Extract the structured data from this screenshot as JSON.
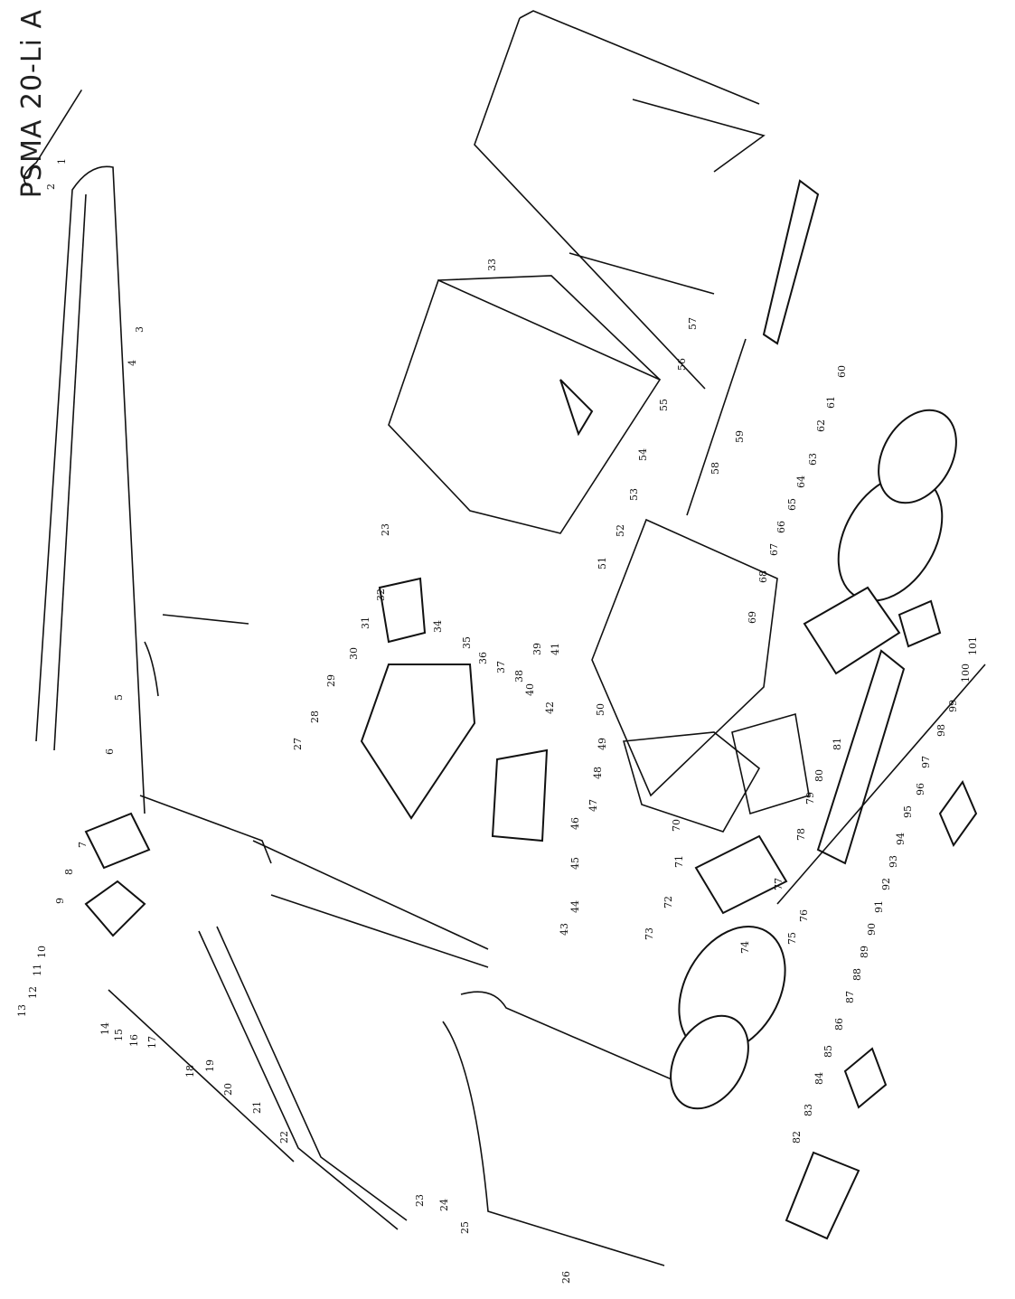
{
  "title": "PSMA 20-Li A",
  "labels": [
    {
      "n": "1",
      "name": "label-1"
    },
    {
      "n": "2",
      "name": "label-2"
    },
    {
      "n": "3",
      "name": "label-3"
    },
    {
      "n": "4",
      "name": "label-4"
    },
    {
      "n": "5",
      "name": "label-5"
    },
    {
      "n": "6",
      "name": "label-6"
    },
    {
      "n": "7",
      "name": "label-7"
    },
    {
      "n": "8",
      "name": "label-8"
    },
    {
      "n": "9",
      "name": "label-9"
    },
    {
      "n": "10",
      "name": "label-10"
    },
    {
      "n": "11",
      "name": "label-11"
    },
    {
      "n": "12",
      "name": "label-12"
    },
    {
      "n": "13",
      "name": "label-13"
    },
    {
      "n": "14",
      "name": "label-14"
    },
    {
      "n": "15",
      "name": "label-15"
    },
    {
      "n": "16",
      "name": "label-16"
    },
    {
      "n": "17",
      "name": "label-17"
    },
    {
      "n": "18",
      "name": "label-18"
    },
    {
      "n": "19",
      "name": "label-19"
    },
    {
      "n": "20",
      "name": "label-20"
    },
    {
      "n": "21",
      "name": "label-21"
    },
    {
      "n": "22",
      "name": "label-22"
    },
    {
      "n": "23",
      "name": "label-23"
    },
    {
      "n": "23",
      "name": "label-23b"
    },
    {
      "n": "24",
      "name": "label-24"
    },
    {
      "n": "25",
      "name": "label-25"
    },
    {
      "n": "26",
      "name": "label-26"
    },
    {
      "n": "27",
      "name": "label-27"
    },
    {
      "n": "28",
      "name": "label-28"
    },
    {
      "n": "29",
      "name": "label-29"
    },
    {
      "n": "30",
      "name": "label-30"
    },
    {
      "n": "31",
      "name": "label-31"
    },
    {
      "n": "32",
      "name": "label-32"
    },
    {
      "n": "33",
      "name": "label-33"
    },
    {
      "n": "34",
      "name": "label-34"
    },
    {
      "n": "35",
      "name": "label-35"
    },
    {
      "n": "36",
      "name": "label-36"
    },
    {
      "n": "37",
      "name": "label-37"
    },
    {
      "n": "38",
      "name": "label-38"
    },
    {
      "n": "39",
      "name": "label-39"
    },
    {
      "n": "40",
      "name": "label-40"
    },
    {
      "n": "41",
      "name": "label-41"
    },
    {
      "n": "42",
      "name": "label-42"
    },
    {
      "n": "43",
      "name": "label-43"
    },
    {
      "n": "44",
      "name": "label-44"
    },
    {
      "n": "45",
      "name": "label-45"
    },
    {
      "n": "46",
      "name": "label-46"
    },
    {
      "n": "47",
      "name": "label-47"
    },
    {
      "n": "48",
      "name": "label-48"
    },
    {
      "n": "49",
      "name": "label-49"
    },
    {
      "n": "50",
      "name": "label-50"
    },
    {
      "n": "51",
      "name": "label-51"
    },
    {
      "n": "52",
      "name": "label-52"
    },
    {
      "n": "53",
      "name": "label-53"
    },
    {
      "n": "54",
      "name": "label-54"
    },
    {
      "n": "55",
      "name": "label-55"
    },
    {
      "n": "56",
      "name": "label-56"
    },
    {
      "n": "57",
      "name": "label-57"
    },
    {
      "n": "58",
      "name": "label-58"
    },
    {
      "n": "59",
      "name": "label-59"
    },
    {
      "n": "60",
      "name": "label-60"
    },
    {
      "n": "61",
      "name": "label-61"
    },
    {
      "n": "62",
      "name": "label-62"
    },
    {
      "n": "63",
      "name": "label-63"
    },
    {
      "n": "64",
      "name": "label-64"
    },
    {
      "n": "65",
      "name": "label-65"
    },
    {
      "n": "66",
      "name": "label-66"
    },
    {
      "n": "67",
      "name": "label-67"
    },
    {
      "n": "68",
      "name": "label-68"
    },
    {
      "n": "69",
      "name": "label-69"
    },
    {
      "n": "70",
      "name": "label-70"
    },
    {
      "n": "71",
      "name": "label-71"
    },
    {
      "n": "72",
      "name": "label-72"
    },
    {
      "n": "73",
      "name": "label-73"
    },
    {
      "n": "74",
      "name": "label-74"
    },
    {
      "n": "75",
      "name": "label-75"
    },
    {
      "n": "76",
      "name": "label-76"
    },
    {
      "n": "77",
      "name": "label-77"
    },
    {
      "n": "78",
      "name": "label-78"
    },
    {
      "n": "79",
      "name": "label-79"
    },
    {
      "n": "80",
      "name": "label-80"
    },
    {
      "n": "81",
      "name": "label-81"
    },
    {
      "n": "82",
      "name": "label-82"
    },
    {
      "n": "83",
      "name": "label-83"
    },
    {
      "n": "84",
      "name": "label-84"
    },
    {
      "n": "85",
      "name": "label-85"
    },
    {
      "n": "86",
      "name": "label-86"
    },
    {
      "n": "87",
      "name": "label-87"
    },
    {
      "n": "88",
      "name": "label-88"
    },
    {
      "n": "89",
      "name": "label-89"
    },
    {
      "n": "90",
      "name": "label-90"
    },
    {
      "n": "91",
      "name": "label-91"
    },
    {
      "n": "92",
      "name": "label-92"
    },
    {
      "n": "93",
      "name": "label-93"
    },
    {
      "n": "94",
      "name": "label-94"
    },
    {
      "n": "95",
      "name": "label-95"
    },
    {
      "n": "96",
      "name": "label-96"
    },
    {
      "n": "97",
      "name": "label-97"
    },
    {
      "n": "98",
      "name": "label-98"
    },
    {
      "n": "99",
      "name": "label-99"
    },
    {
      "n": "100",
      "name": "label-100"
    },
    {
      "n": "101",
      "name": "label-101"
    }
  ]
}
